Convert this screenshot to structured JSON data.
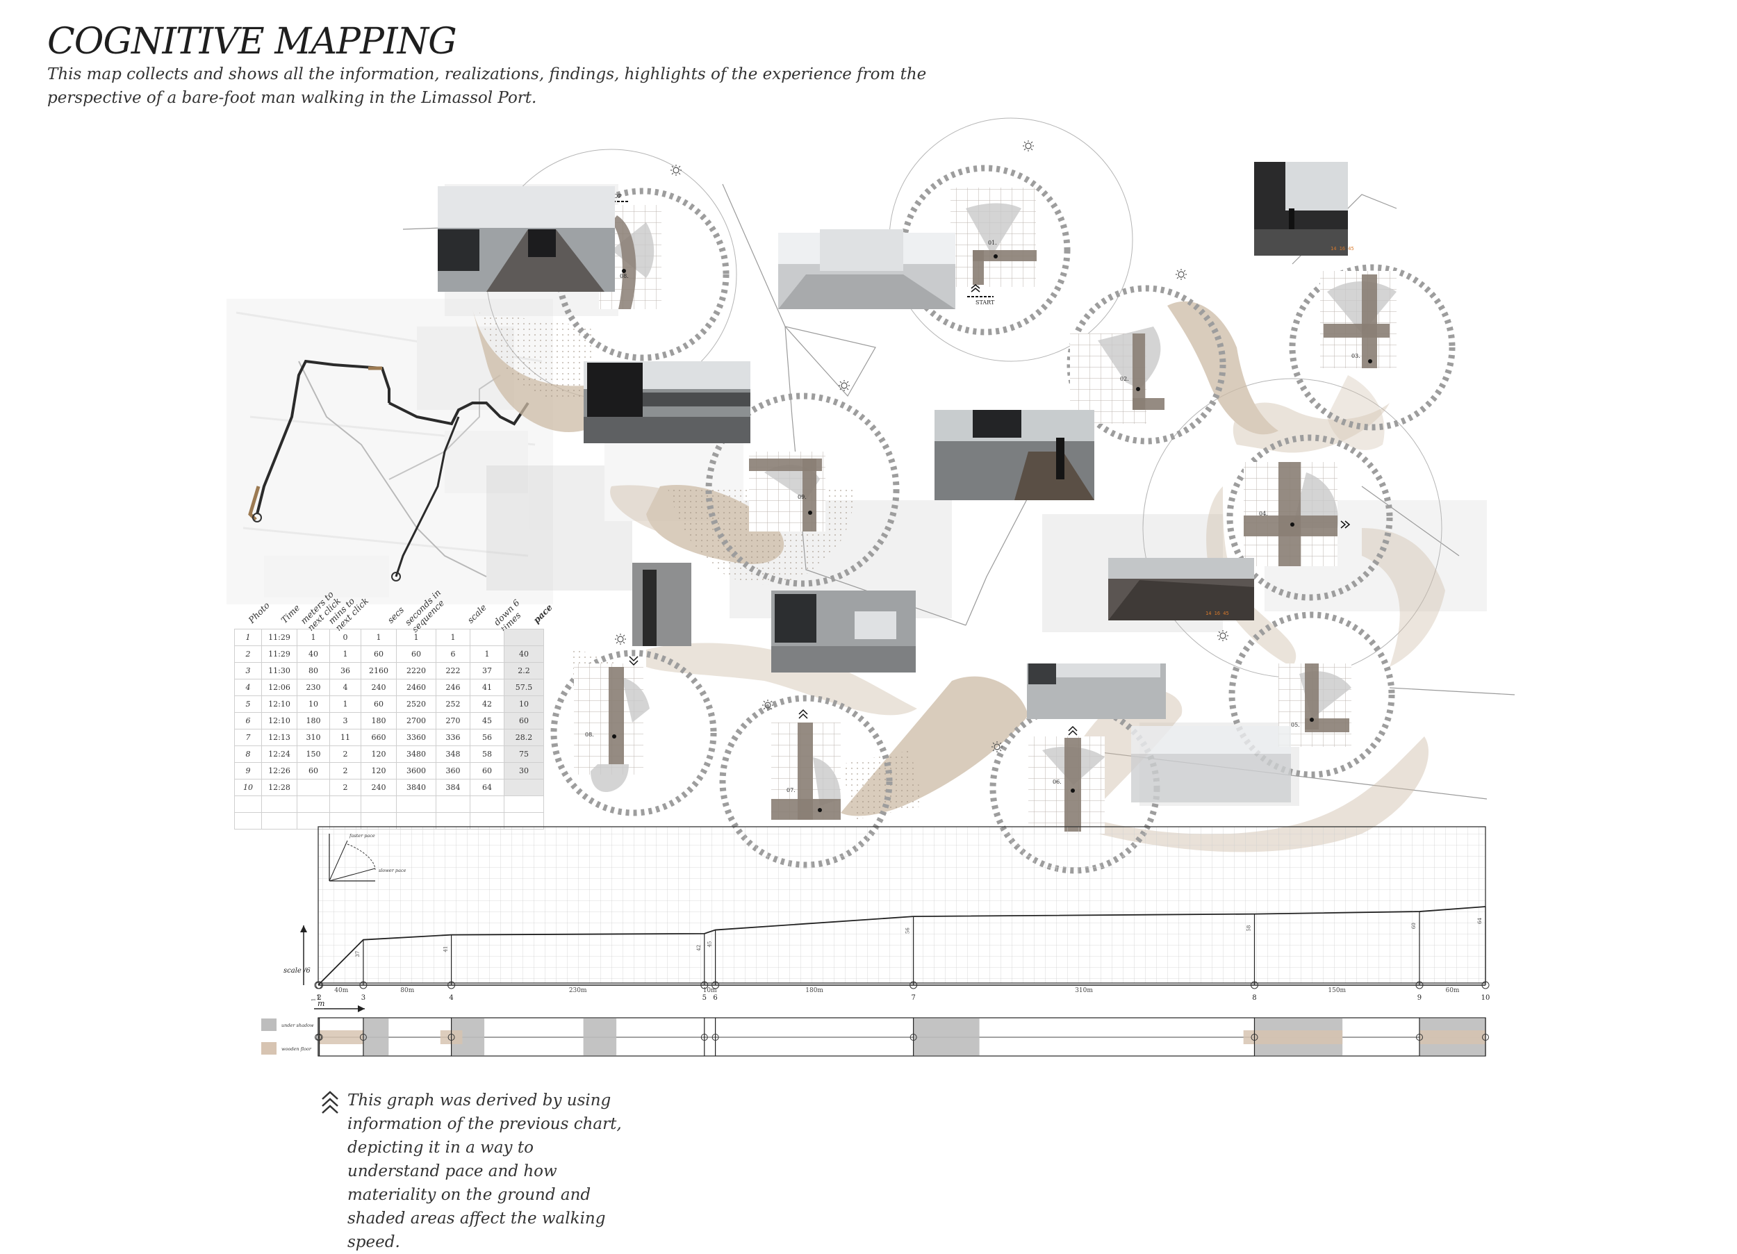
{
  "title": "COGNITIVE MAPPING",
  "subtitle": "This map collects and shows all the information, realizations, findings, highlights of the experience from the perspective of a bare-foot man walking in the Limassol Port.",
  "colors": {
    "path_beige": "#cdbba6",
    "shade_gray": "#bdbdbd",
    "wood_brown": "#d7c4b2",
    "grid_dark": "#8d8178",
    "text": "#2a2a2a"
  },
  "map": {
    "start_label": "START",
    "stop_label": "STOP",
    "stations": [
      "01.",
      "02.",
      "03.",
      "04.",
      "05.",
      "06.",
      "07.",
      "08.",
      "09.",
      "10."
    ],
    "photo_timestamp": "14 16 45"
  },
  "table": {
    "headers": [
      "Photo",
      "Time",
      "meters to next click",
      "mins to next click",
      "secs",
      "seconds in sequence",
      "scale",
      "down 6 times",
      "pace"
    ],
    "rows": [
      [
        "1",
        "11:29",
        "1",
        "0",
        "1",
        "1",
        "1",
        "",
        ""
      ],
      [
        "2",
        "11:29",
        "40",
        "1",
        "60",
        "60",
        "6",
        "1",
        "40"
      ],
      [
        "3",
        "11:30",
        "80",
        "36",
        "2160",
        "2220",
        "222",
        "37",
        "2.2"
      ],
      [
        "4",
        "12:06",
        "230",
        "4",
        "240",
        "2460",
        "246",
        "41",
        "57.5"
      ],
      [
        "5",
        "12:10",
        "10",
        "1",
        "60",
        "2520",
        "252",
        "42",
        "10"
      ],
      [
        "6",
        "12:10",
        "180",
        "3",
        "180",
        "2700",
        "270",
        "45",
        "60"
      ],
      [
        "7",
        "12:13",
        "310",
        "11",
        "660",
        "3360",
        "336",
        "56",
        "28.2"
      ],
      [
        "8",
        "12:24",
        "150",
        "2",
        "120",
        "3480",
        "348",
        "58",
        "75"
      ],
      [
        "9",
        "12:26",
        "60",
        "2",
        "120",
        "3600",
        "360",
        "60",
        "30"
      ],
      [
        "10",
        "12:28",
        "",
        "2",
        "240",
        "3840",
        "384",
        "64",
        ""
      ]
    ]
  },
  "chart_data": {
    "type": "line",
    "title": "",
    "xlabel": "m",
    "ylabel": "scale /6",
    "stations": [
      "1",
      "2",
      "3",
      "4",
      "5",
      "6",
      "7",
      "8",
      "9",
      "10"
    ],
    "x": [
      0,
      1,
      41,
      121,
      351,
      361,
      541,
      851,
      1001,
      1061
    ],
    "y": [
      0,
      1,
      37,
      41,
      42,
      45,
      56,
      58,
      60,
      64
    ],
    "segment_labels": [
      "40m",
      "80m",
      "230m",
      "10m",
      "180m",
      "310m",
      "150m",
      "60m"
    ],
    "legend_small": {
      "faster": "faster pace",
      "slower": "slower pace"
    },
    "materiality_legend": {
      "shadow": "under shadow",
      "wood": "wooden floor"
    },
    "shadow_segments": [
      [
        41,
        64
      ],
      [
        121,
        151
      ],
      [
        241,
        271
      ],
      [
        541,
        601
      ],
      [
        851,
        931
      ],
      [
        1001,
        1061
      ]
    ],
    "wood_segments": [
      [
        1,
        41
      ],
      [
        111,
        131
      ],
      [
        841,
        931
      ],
      [
        1001,
        1061
      ]
    ]
  },
  "note": "This graph was derived by using information of the previous chart, depicting it in a way to understand pace and how materiality on the ground and shaded areas affect the walking speed."
}
